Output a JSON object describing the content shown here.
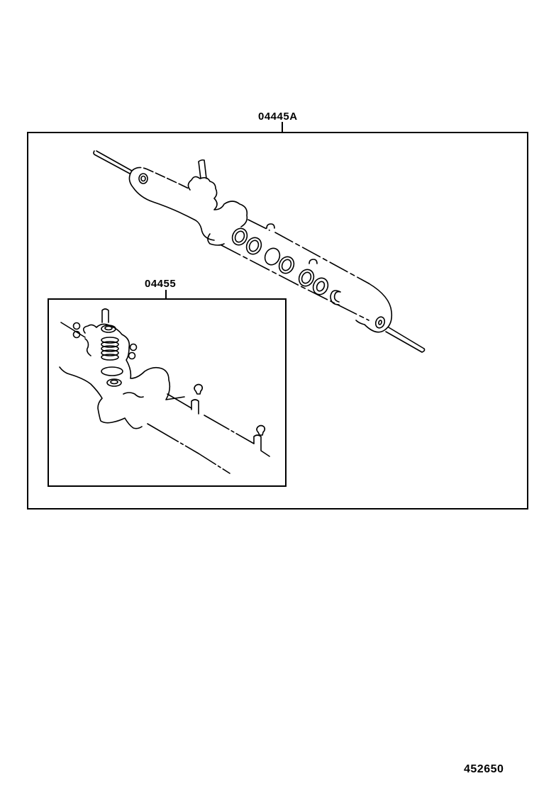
{
  "diagram": {
    "type": "parts-illustration",
    "subject": "steering rack gasket kit",
    "callouts": [
      {
        "id": "outer-kit",
        "label": "04445A"
      },
      {
        "id": "inner-kit",
        "label": "04455"
      }
    ],
    "illustration_number": "452650",
    "colors": {
      "line": "#000000",
      "background": "#ffffff"
    }
  }
}
